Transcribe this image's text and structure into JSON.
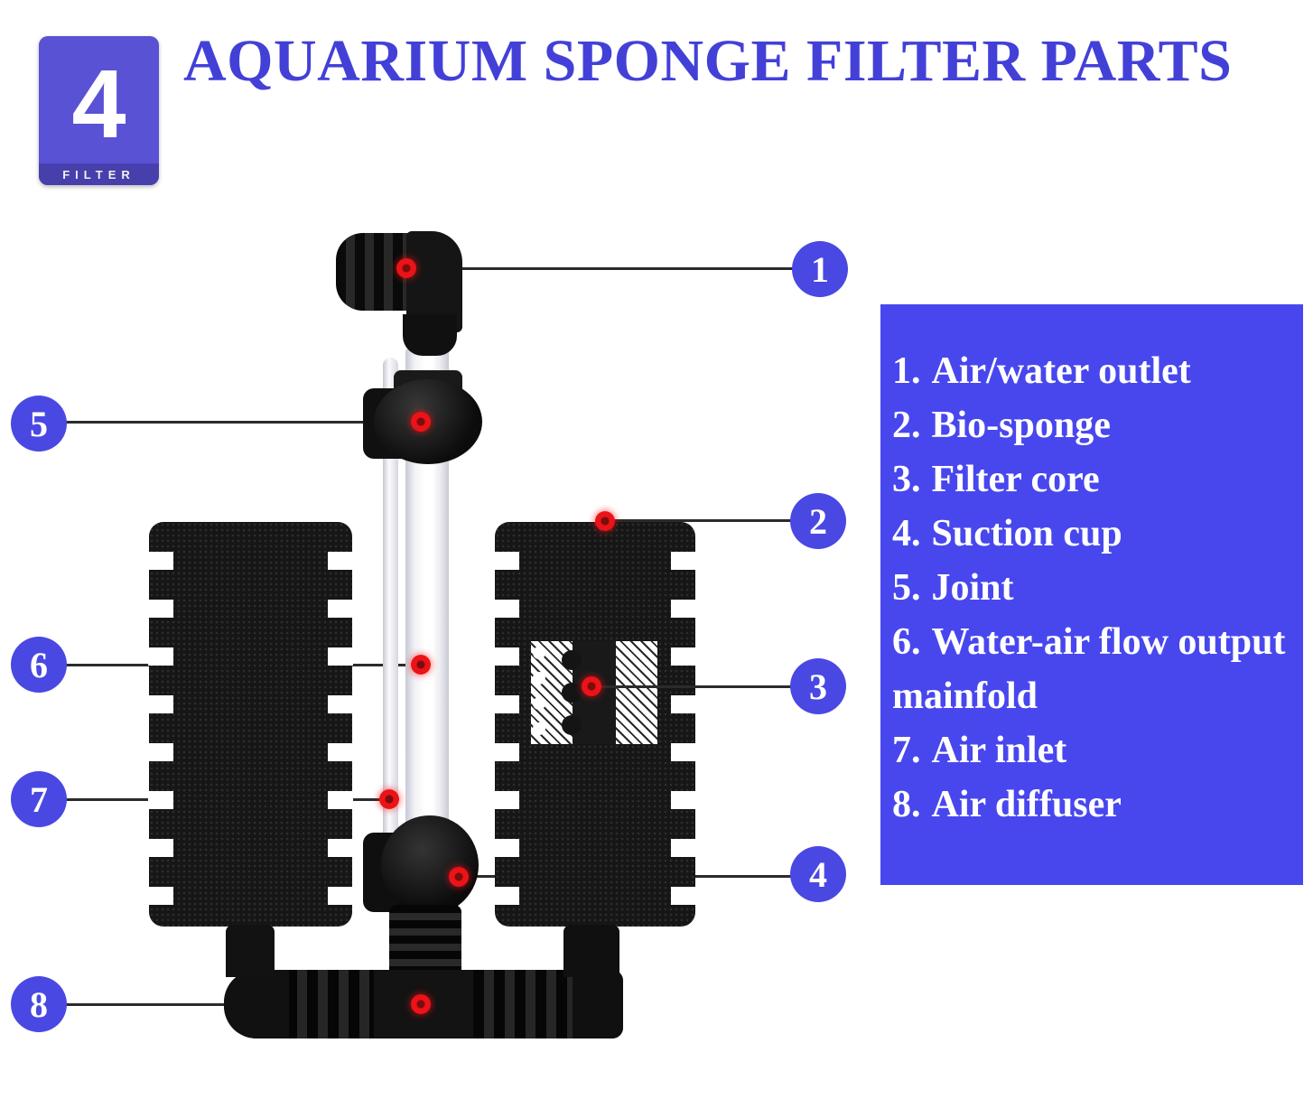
{
  "header": {
    "badge": {
      "number": "4",
      "caption": "FILTER",
      "bg": "#5a52d4",
      "strip_bg": "#4740ac",
      "text_color": "#ffffff"
    },
    "title": {
      "text": "AQUARIUM SPONGE FILTER PARTS",
      "color": "#4340d8"
    }
  },
  "legend": {
    "bg": "#4847ee",
    "text_color": "#ffffff",
    "items": [
      {
        "num": "1.",
        "label": "Air/water outlet"
      },
      {
        "num": "2.",
        "label": "Bio-sponge"
      },
      {
        "num": "3.",
        "label": "Filter core"
      },
      {
        "num": "4.",
        "label": "Suction cup"
      },
      {
        "num": "5.",
        "label": "Joint"
      },
      {
        "num": "6.",
        "label": "Water-air flow output mainfold"
      },
      {
        "num": "7.",
        "label": "Air inlet"
      },
      {
        "num": "8.",
        "label": "Air diffuser"
      }
    ]
  },
  "callouts": {
    "circle_bg": "#4a48e2",
    "number_color": "#ffffff",
    "dot_color": "#ec1218",
    "line_color": "#2b2b2b",
    "markers": [
      {
        "num": "1"
      },
      {
        "num": "2"
      },
      {
        "num": "3"
      },
      {
        "num": "4"
      },
      {
        "num": "5"
      },
      {
        "num": "6"
      },
      {
        "num": "7"
      },
      {
        "num": "8"
      }
    ]
  },
  "colors": {
    "background": "#ffffff",
    "sponge": "#161616",
    "pipe": "#141414",
    "tube": "#ffffff"
  }
}
